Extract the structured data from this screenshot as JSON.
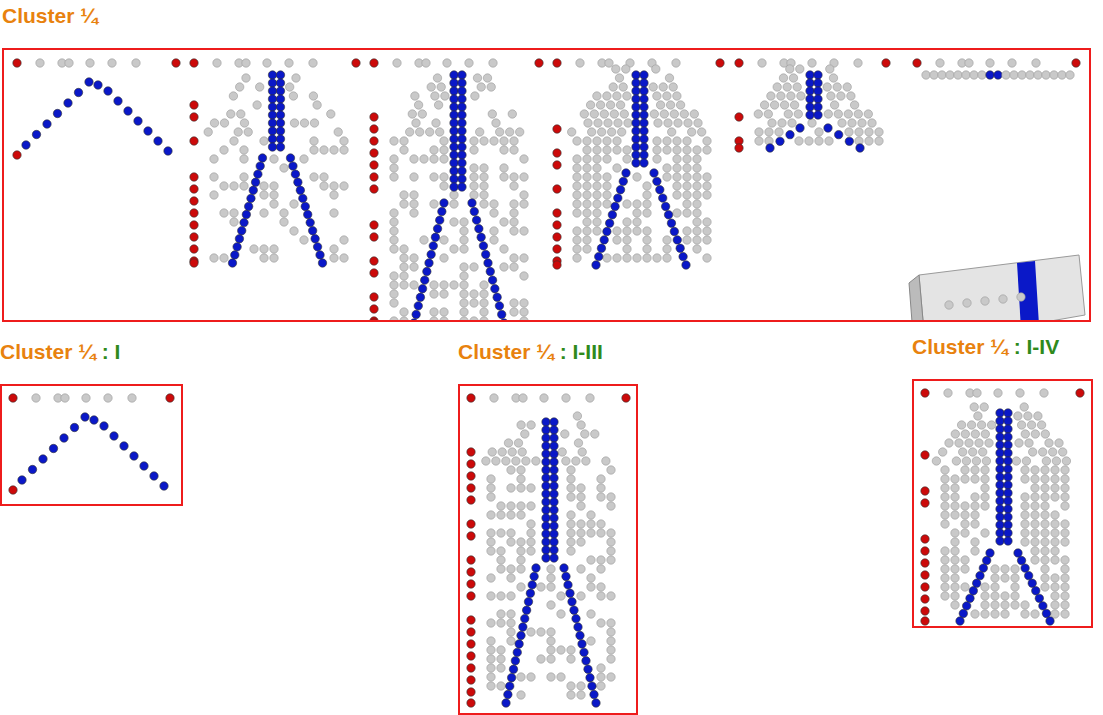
{
  "diagram": {
    "nodes": [
      {
        "text": [
          "Cluster ¼"
        ]
      },
      {
        "text": [
          "Cluster ¼",
          ": I"
        ]
      },
      {
        "text": [
          "Cluster ¼",
          ": I-III"
        ]
      },
      {
        "text": [
          "Cluster ¼",
          ": I-IV"
        ]
      }
    ]
  }
}
